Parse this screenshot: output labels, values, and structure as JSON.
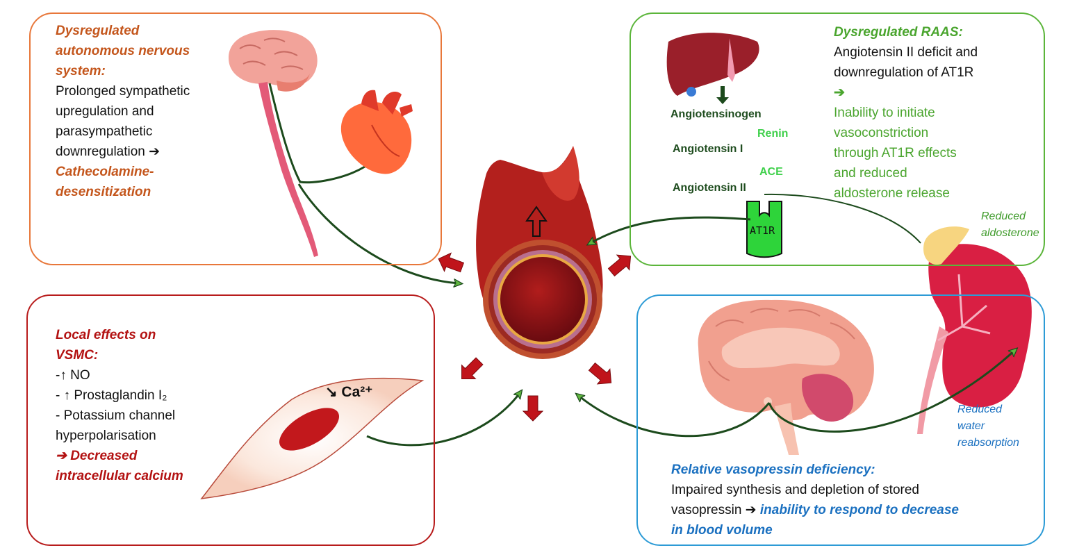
{
  "colors": {
    "ans": "#e8773a",
    "ans_text": "#c4561c",
    "raas": "#5bb53a",
    "raas_text": "#4aa52e",
    "vsmc": "#b81c1c",
    "vsmc_text": "#b31212",
    "avp": "#2d9bd6",
    "avp_text": "#1a70c0",
    "vessel": "#b3201d",
    "arrow_red": "#c0141b",
    "arrow_green": "#1c4a1c"
  },
  "ans_box": {
    "heading": [
      "Dysregulated",
      "autonomous nervous",
      "system:"
    ],
    "body": [
      "Prolonged sympathetic",
      "upregulation and",
      "parasympathetic",
      "downregulation ➔"
    ],
    "result": [
      "Cathecolamine-",
      "desensitization"
    ]
  },
  "raas_box": {
    "heading": "Dysregulated RAAS:",
    "body": [
      "Angiotensin II deficit and",
      "downregulation of AT1R"
    ],
    "arrow": "➔",
    "result": [
      "Inability to initiate",
      "vasoconstriction",
      "through AT1R effects",
      "and reduced",
      "aldosterone release"
    ],
    "cascade": {
      "angiotensinogen": "Angiotensinogen",
      "renin": "Renin",
      "angiotensin_1": "Angiotensin I",
      "ace": "ACE",
      "angiotensin_2": "Angiotensin II",
      "receptor_label": "AT1R"
    },
    "side_label": [
      "Reduced",
      "aldosterone"
    ]
  },
  "vsmc_box": {
    "heading": [
      "Local effects on",
      "VSMC:"
    ],
    "items": [
      "-↑ NO",
      "- ↑ Prostaglandin I₂",
      "- Potassium channel",
      "hyperpolarisation"
    ],
    "result": [
      "➔ Decreased",
      "intracellular calcium"
    ],
    "calcium_label": "↘ Ca²⁺"
  },
  "avp_box": {
    "heading": "Relative vasopressin deficiency:",
    "body_line1": "Impaired synthesis and depletion of stored",
    "body_line2_plain": "vasopressin ➔ ",
    "body_line2_em": "inability to respond to decrease",
    "body_line3_em": "in blood volume",
    "side_label": [
      "Reduced",
      "water",
      "reabsorption"
    ]
  }
}
